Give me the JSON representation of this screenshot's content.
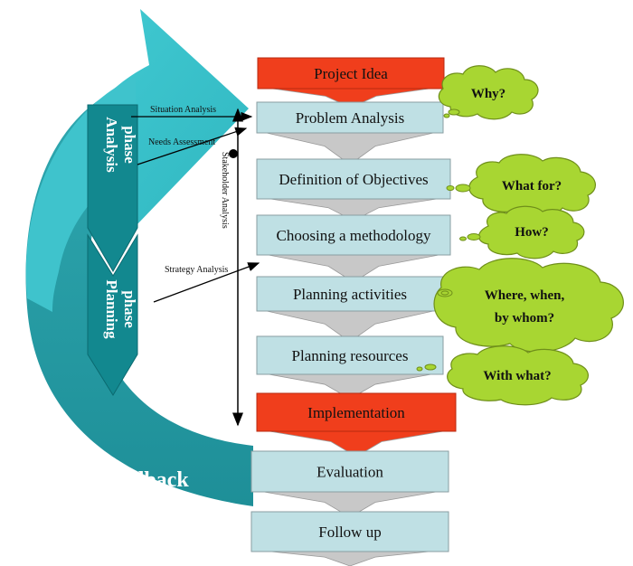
{
  "diagram": {
    "steps": [
      {
        "label": "Project Idea",
        "kind": "red"
      },
      {
        "label": "Problem Analysis",
        "kind": "blue"
      },
      {
        "label": "Definition of Objectives",
        "kind": "blue"
      },
      {
        "label": "Choosing a methodology",
        "kind": "blue"
      },
      {
        "label": "Planning activities",
        "kind": "blue"
      },
      {
        "label": "Planning resources",
        "kind": "blue"
      },
      {
        "label": "Implementation",
        "kind": "red"
      },
      {
        "label": "Evaluation",
        "kind": "blue"
      },
      {
        "label": "Follow up",
        "kind": "blue"
      }
    ],
    "questions": {
      "why": "Why?",
      "what_for": "What for?",
      "how": "How?",
      "where_line1": "Where, when,",
      "where_line2": "by whom?",
      "with_what": "With what?"
    },
    "phases": {
      "analysis_line1": "Analysis",
      "analysis_line2": "phase",
      "planning_line1": "Planning",
      "planning_line2": "phase"
    },
    "feedback": "Feedback",
    "annotations": {
      "situation": "Situation Analysis",
      "needs": "Needs Assessment",
      "stakeholder": "Stakeholder Analysis",
      "strategy": "Strategy Analysis"
    },
    "colors": {
      "red_box": "#f03e1c",
      "blue_box": "#bfe0e4",
      "box_stroke": "#8a9ea2",
      "chevron": "#c8c8c8",
      "cloud": "#a8d632",
      "cloud_stroke": "#6f8f1a",
      "big_arrow_light": "#3ec6cf",
      "big_arrow_dark": "#1b9da6",
      "feedback_curve": "#2e9ea6",
      "phase_arrow": "#10878f"
    }
  }
}
